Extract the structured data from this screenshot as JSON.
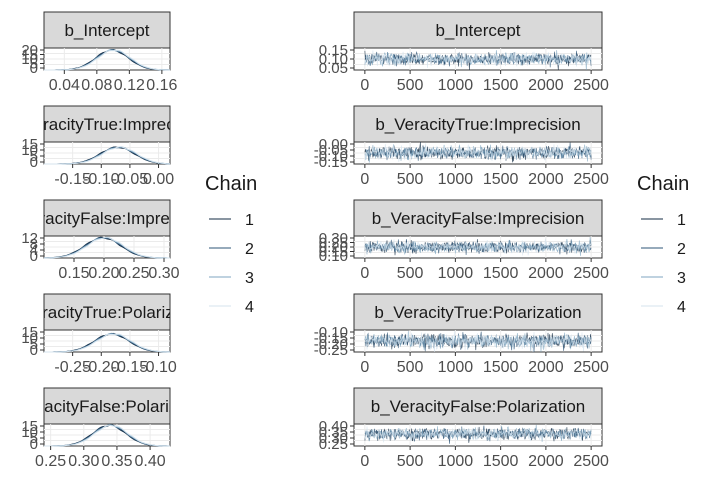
{
  "chart_data": [
    {
      "type": "density",
      "title": "b_Intercept",
      "x_ticks": [
        "0.04",
        "0.08",
        "0.12",
        "0.16"
      ],
      "x_tick_values": [
        0.04,
        0.08,
        0.12,
        0.16
      ],
      "xlim": [
        0.015,
        0.17
      ],
      "y_ticks": [
        "20",
        "15",
        "10",
        "5",
        "0"
      ],
      "ylim": [
        0,
        22
      ],
      "mean": 0.1,
      "sd": 0.02,
      "peak": 20
    },
    {
      "type": "line",
      "title": "b_Intercept",
      "x_ticks": [
        "0",
        "500",
        "1000",
        "1500",
        "2000",
        "2500"
      ],
      "x_tick_values": [
        0,
        500,
        1000,
        1500,
        2000,
        2500
      ],
      "xlim": [
        -120,
        2620
      ],
      "y_ticks": [
        "0.15",
        "0.10",
        "0.05"
      ],
      "y_tick_values": [
        0.15,
        0.1,
        0.05
      ],
      "ylim": [
        0.025,
        0.175
      ],
      "mean": 0.1,
      "sd": 0.02,
      "iterations": 2500
    },
    {
      "type": "density",
      "title": "b_VeracityTrue:Imprecision",
      "x_ticks": [
        "-0.15",
        "-0.10",
        "-0.05",
        "0.00"
      ],
      "x_tick_values": [
        -0.15,
        -0.1,
        -0.05,
        0.0
      ],
      "xlim": [
        -0.2,
        0.02
      ],
      "y_ticks": [
        "15",
        "10",
        "5",
        "0"
      ],
      "ylim": [
        0,
        17
      ],
      "mean": -0.07,
      "sd": 0.03,
      "peak": 13
    },
    {
      "type": "line",
      "title": "b_VeracityTrue:Imprecision",
      "x_ticks": [
        "0",
        "500",
        "1000",
        "1500",
        "2000",
        "2500"
      ],
      "x_tick_values": [
        0,
        500,
        1000,
        1500,
        2000,
        2500
      ],
      "xlim": [
        -120,
        2620
      ],
      "y_ticks": [
        "0.00",
        "-0.05",
        "-0.10",
        "-0.15"
      ],
      "y_tick_values": [
        0.0,
        -0.05,
        -0.1,
        -0.15
      ],
      "ylim": [
        -0.18,
        0.03
      ],
      "mean": -0.07,
      "sd": 0.03,
      "iterations": 2500
    },
    {
      "type": "density",
      "title": "b_VeracityFalse:Imprecision",
      "x_ticks": [
        "0.15",
        "0.20",
        "0.25",
        "0.30"
      ],
      "x_tick_values": [
        0.15,
        0.2,
        0.25,
        0.3
      ],
      "xlim": [
        0.1,
        0.31
      ],
      "y_ticks": [
        "12",
        "8",
        "4",
        "0"
      ],
      "ylim": [
        0,
        13
      ],
      "mean": 0.2,
      "sd": 0.03,
      "peak": 12
    },
    {
      "type": "line",
      "title": "b_VeracityFalse:Imprecision",
      "x_ticks": [
        "0",
        "500",
        "1000",
        "1500",
        "2000",
        "2500"
      ],
      "x_tick_values": [
        0,
        500,
        1000,
        1500,
        2000,
        2500
      ],
      "xlim": [
        -120,
        2620
      ],
      "y_ticks": [
        "0.30",
        "0.25",
        "0.20",
        "0.15",
        "0.10"
      ],
      "y_tick_values": [
        0.3,
        0.25,
        0.2,
        0.15,
        0.1
      ],
      "ylim": [
        0.08,
        0.32
      ],
      "mean": 0.2,
      "sd": 0.03,
      "iterations": 2500
    },
    {
      "type": "density",
      "title": "b_VeracityTrue:Polarization",
      "x_ticks": [
        "-0.25",
        "-0.20",
        "-0.15",
        "-0.10"
      ],
      "x_tick_values": [
        -0.25,
        -0.2,
        -0.15,
        -0.1
      ],
      "xlim": [
        -0.3,
        -0.08
      ],
      "y_ticks": [
        "15",
        "10",
        "5",
        "0"
      ],
      "ylim": [
        0,
        17
      ],
      "mean": -0.18,
      "sd": 0.03,
      "peak": 14
    },
    {
      "type": "line",
      "title": "b_VeracityTrue:Polarization",
      "x_ticks": [
        "0",
        "500",
        "1000",
        "1500",
        "2000",
        "2500"
      ],
      "x_tick_values": [
        0,
        500,
        1000,
        1500,
        2000,
        2500
      ],
      "xlim": [
        -120,
        2620
      ],
      "y_ticks": [
        "-0.10",
        "-0.15",
        "-0.20",
        "-0.25"
      ],
      "y_tick_values": [
        -0.1,
        -0.15,
        -0.2,
        -0.25
      ],
      "ylim": [
        -0.28,
        -0.08
      ],
      "mean": -0.18,
      "sd": 0.03,
      "iterations": 2500
    },
    {
      "type": "density",
      "title": "b_VeracityFalse:Polarization",
      "x_ticks": [
        "0.25",
        "0.30",
        "0.35",
        "0.40"
      ],
      "x_tick_values": [
        0.25,
        0.3,
        0.35,
        0.4
      ],
      "xlim": [
        0.24,
        0.43
      ],
      "y_ticks": [
        "15",
        "10",
        "5",
        "0"
      ],
      "ylim": [
        0,
        17
      ],
      "mean": 0.34,
      "sd": 0.025,
      "peak": 16
    },
    {
      "type": "line",
      "title": "b_VeracityFalse:Polarization",
      "x_ticks": [
        "0",
        "500",
        "1000",
        "1500",
        "2000",
        "2500"
      ],
      "x_tick_values": [
        0,
        500,
        1000,
        1500,
        2000,
        2500
      ],
      "xlim": [
        -120,
        2620
      ],
      "y_ticks": [
        "0.40",
        "0.35",
        "0.30",
        "0.25"
      ],
      "y_tick_values": [
        0.4,
        0.35,
        0.3,
        0.25
      ],
      "ylim": [
        0.23,
        0.43
      ],
      "mean": 0.34,
      "sd": 0.025,
      "iterations": 2500
    }
  ],
  "legend": {
    "title": "Chain",
    "items": [
      {
        "label": "1",
        "color": "#132b43"
      },
      {
        "label": "2",
        "color": "#2e5577"
      },
      {
        "label": "3",
        "color": "#7fa6c0"
      },
      {
        "label": "4",
        "color": "#d4e3ee"
      }
    ]
  },
  "colors": {
    "strip_bg": "#d9d9d9",
    "panel_border": "#333333",
    "grid": "#ebebeb",
    "tick_label": "#4d4d4d"
  }
}
